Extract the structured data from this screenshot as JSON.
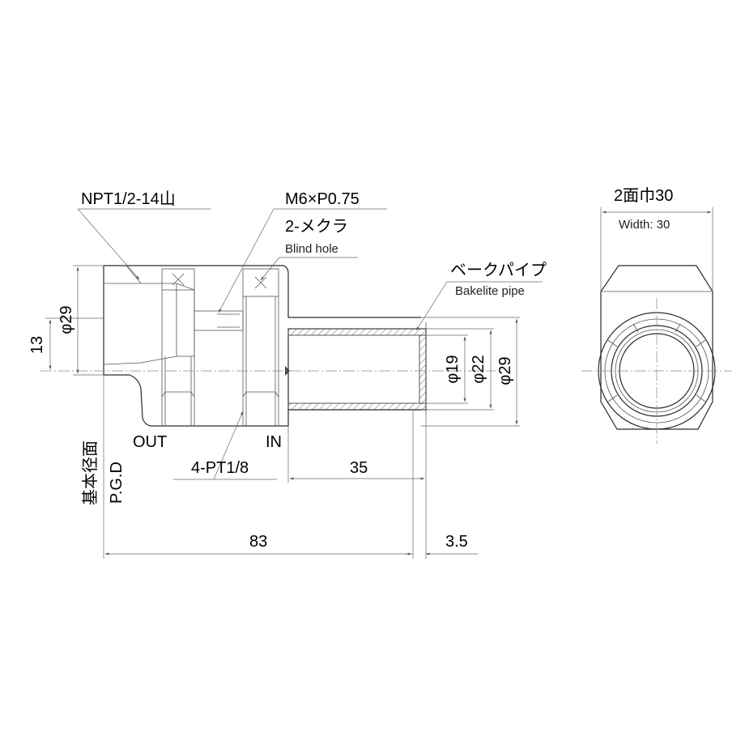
{
  "labels": {
    "npt_thread": "NPT1/2-14山",
    "m6_thread": "M6×P0.75",
    "blind_hole_jp": "2-メクラ",
    "blind_hole_en": "Blind hole",
    "bakelite_jp": "ベークパイプ",
    "bakelite_en": "Bakelite pipe",
    "width_jp": "2面巾30",
    "width_en": "Width: 30",
    "out_port": "OUT",
    "in_port": "IN",
    "pt_ports": "4-PT1/8",
    "pgd_jp": "基本径面",
    "pgd_en": "P.G.D"
  },
  "dimensions": {
    "dia_body": "φ29",
    "height_13": "13",
    "dia_19": "φ19",
    "dia_22": "φ22",
    "dia_29_pipe": "φ29",
    "len_35": "35",
    "len_83": "83",
    "len_3_5": "3.5"
  },
  "colors": {
    "line": "#2a2a2a",
    "dimension": "#666666",
    "center": "#888888"
  }
}
